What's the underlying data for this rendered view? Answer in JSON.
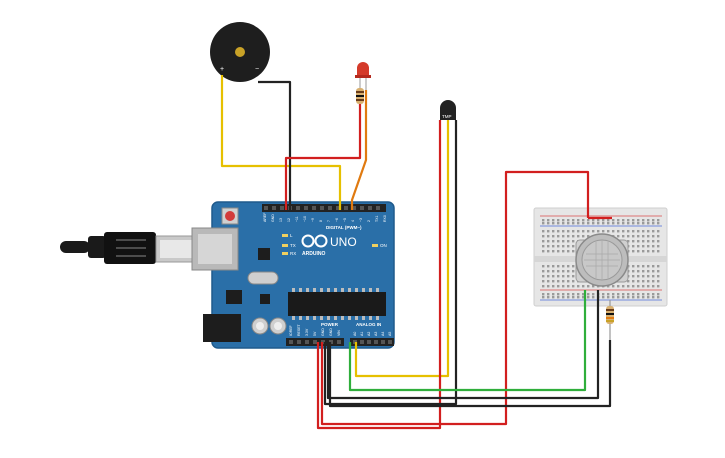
{
  "board": {
    "brand": "UNO",
    "maker": "ARDUINO",
    "header_digital": "DIGITAL (PWM~)",
    "header_power": "POWER",
    "header_analog": "ANALOG IN",
    "pin_aref": "AREF",
    "pin_gnd": "GND",
    "digital_pins": [
      "13",
      "12",
      "~11",
      "~10",
      "~9",
      "8",
      "7",
      "~6",
      "~5",
      "4",
      "~3",
      "2",
      "TX1",
      "RX0"
    ],
    "power_pins": [
      "IOREF",
      "RESET",
      "3.3V",
      "5V",
      "GND",
      "GND",
      "VIN"
    ],
    "analog_pins": [
      "A0",
      "A1",
      "A2",
      "A3",
      "A4",
      "A5"
    ],
    "led_l": "L",
    "led_tx": "TX",
    "led_rx": "RX",
    "led_on": "ON"
  },
  "buzzer": {
    "plus": "+",
    "minus": "−"
  },
  "temp_sensor": {
    "label": "TMP"
  },
  "colors": {
    "board": "#2a6fa8",
    "wire_red": "#d21f1f",
    "wire_black": "#222222",
    "wire_yellow": "#e6c000",
    "wire_green": "#2fae3b",
    "wire_orange": "#e07a10",
    "breadboard": "#e6e6e6"
  }
}
